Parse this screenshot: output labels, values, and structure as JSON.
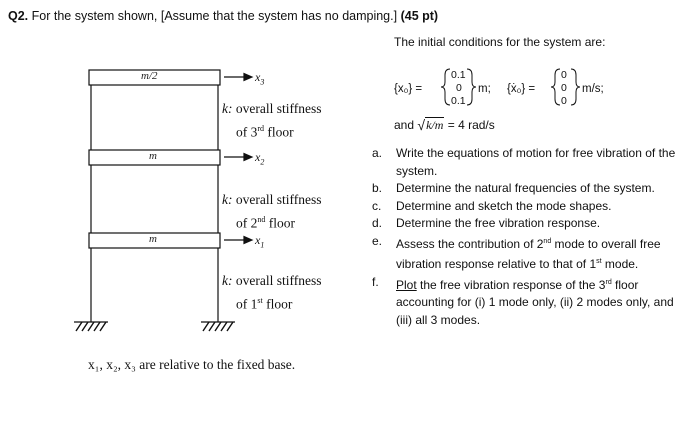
{
  "question": {
    "number": "Q2.",
    "text": "For the system shown, [Assume that the system has no damping.]",
    "points": "(45 pt)"
  },
  "figure": {
    "masses": [
      "m/2",
      "m",
      "m"
    ],
    "coords": [
      {
        "base": "x",
        "sub": "3"
      },
      {
        "base": "x",
        "sub": "2"
      },
      {
        "base": "x",
        "sub": "1"
      }
    ],
    "stiffness": [
      {
        "line1": "overall stiffness",
        "floor_num": "3",
        "floor_sup": "rd",
        "floor_word": "floor"
      },
      {
        "line1": "overall stiffness",
        "floor_num": "2",
        "floor_sup": "nd",
        "floor_word": "floor"
      },
      {
        "line1": "overall stiffness",
        "floor_num": "1",
        "floor_sup": "st",
        "floor_word": "floor"
      }
    ],
    "k_symbol": "k:",
    "footer": "x₁, x₂, x₃ are relative to the fixed base."
  },
  "initial": {
    "heading": "The initial conditions for the system are:",
    "x0_label": "{x₀} =",
    "x0_values": [
      "0.1",
      "0",
      "0.1"
    ],
    "x0_unit": "m;",
    "xdot0_label": "{ẋ₀} =",
    "xdot0_values": [
      "0",
      "0",
      "0"
    ],
    "xdot0_unit": "m/s;",
    "and_text": "and",
    "ratio_expr": "k/m",
    "ratio_value": "= 4 rad/s"
  },
  "tasks": [
    {
      "letter": "a.",
      "text": "Write the equations of motion for free vibration of the system."
    },
    {
      "letter": "b.",
      "text": "Determine the natural frequencies of the system."
    },
    {
      "letter": "c.",
      "text": "Determine and sketch the mode shapes."
    },
    {
      "letter": "d.",
      "text": "Determine the free vibration response."
    },
    {
      "letter": "e.",
      "pre": "Assess the contribution of 2",
      "sup1": "nd",
      "mid": " mode to overall free vibration response relative to that of 1",
      "sup2": "st",
      "post": " mode."
    },
    {
      "letter": "f.",
      "u": "Plot",
      "pre": " the free vibration response of the 3",
      "sup1": "rd",
      "post": " floor accounting for (i) 1 mode only, (ii) 2 modes only, and (iii) all 3 modes."
    }
  ]
}
